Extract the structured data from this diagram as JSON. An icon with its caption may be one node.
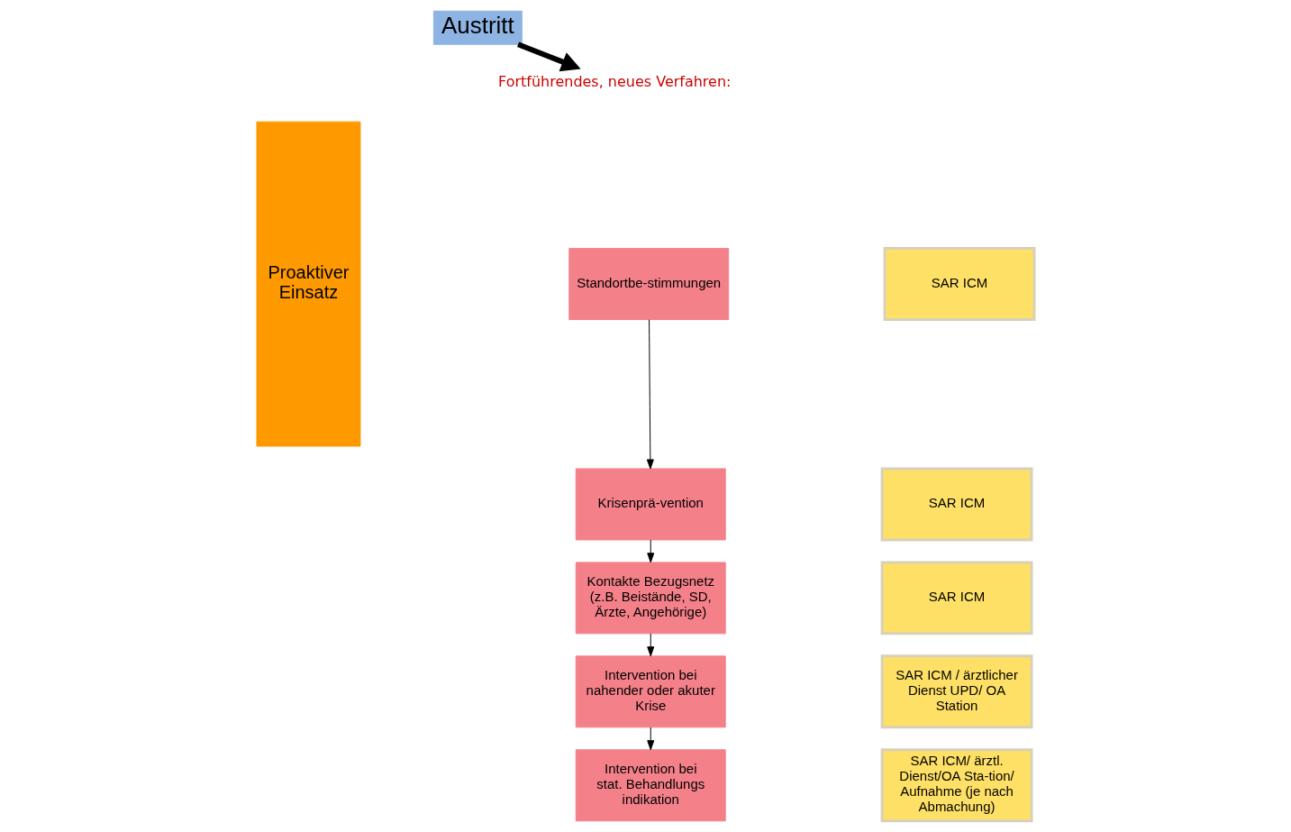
{
  "diagram": {
    "nodes": [
      {
        "text": [
          "Austritt"
        ]
      },
      {
        "text": [
          "Proaktiver Einsatz"
        ]
      },
      {
        "text": [
          "Fortführendes, neues Verfahren:"
        ]
      },
      {
        "text": [
          "Standortbe-stimmungen"
        ]
      },
      {
        "text": [
          "Krisenprä-vention"
        ]
      },
      {
        "text": [
          "Kontakte Bezugsnetz",
          "(z.B. Beistände, SD, Ärzte, Angehörige)"
        ]
      },
      {
        "text": [
          "Intervention bei nahender oder akuter Krise"
        ]
      },
      {
        "text": [
          "Intervention bei stat. Behandlungs indikation"
        ]
      },
      {
        "text": [
          "SAR ICM"
        ]
      },
      {
        "text": [
          "SAR ICM"
        ]
      },
      {
        "text": [
          "SAR ICM"
        ]
      },
      {
        "text": [
          "SAR ICM / ärztlicher Dienst UPD/ OA Station"
        ]
      },
      {
        "text": [
          "SAR ICM/ ärztl. Dienst/OA Sta-tion/ Aufnahme (je nach Abmachung)"
        ]
      }
    ],
    "edges": [
      {
        "from": 0,
        "to": 2,
        "arrow": "to",
        "style": "thick"
      },
      {
        "from": 3,
        "to": 4,
        "arrow": "to"
      },
      {
        "from": 4,
        "to": 5,
        "arrow": "to"
      },
      {
        "from": 5,
        "to": 6,
        "arrow": "to"
      },
      {
        "from": 6,
        "to": 7,
        "arrow": "to"
      }
    ]
  }
}
